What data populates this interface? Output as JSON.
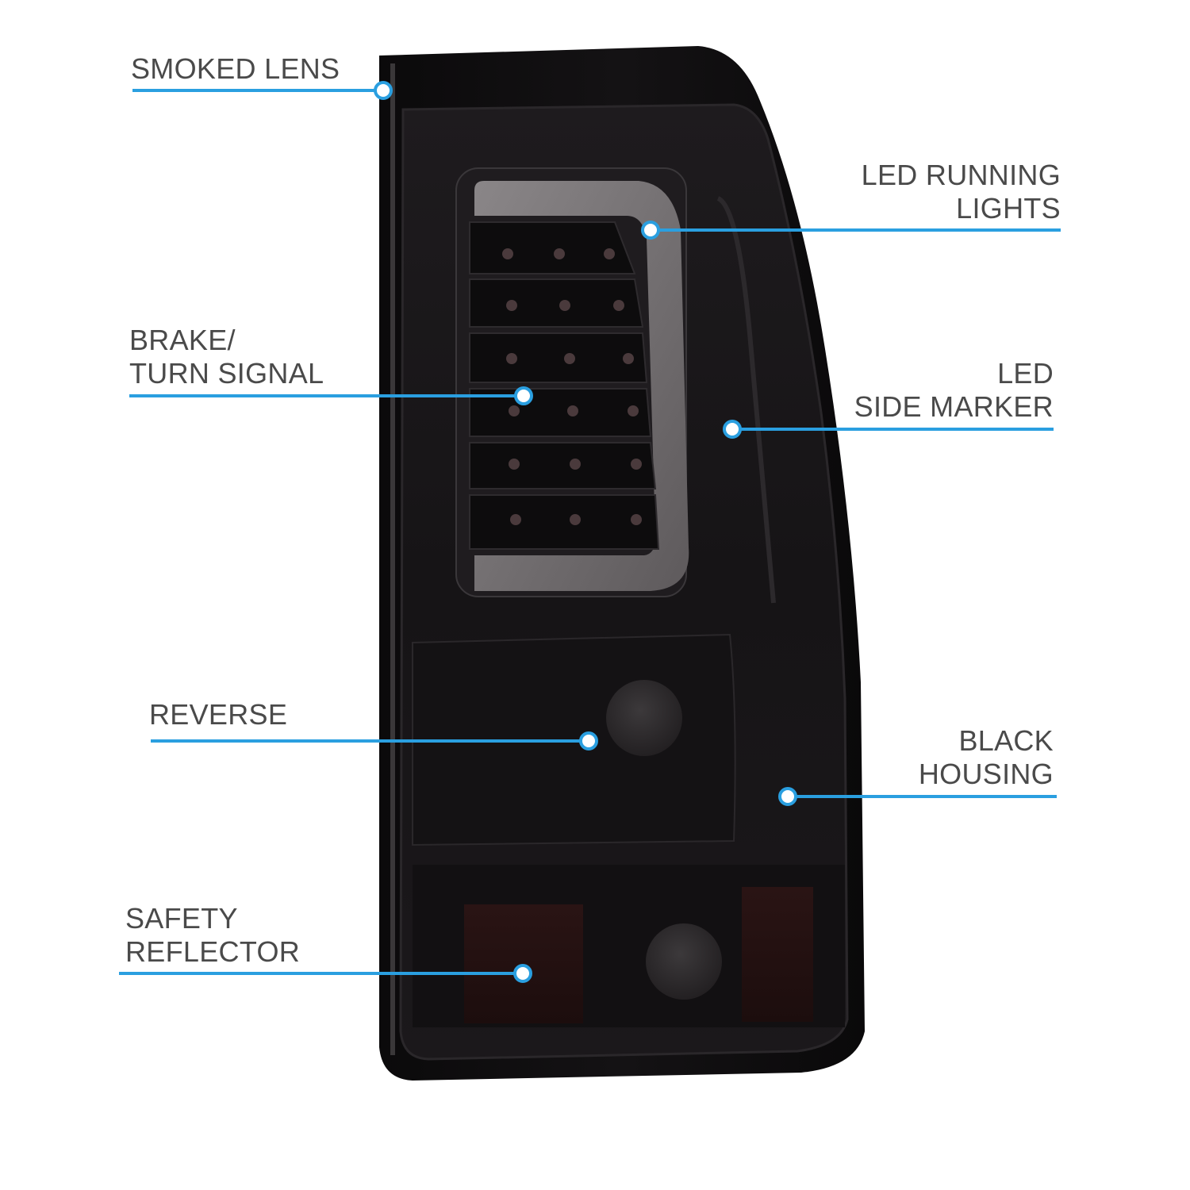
{
  "accent_color": "#2a9fe0",
  "callouts": [
    {
      "id": "smoked-lens",
      "lines": [
        "SMOKED LENS"
      ]
    },
    {
      "id": "led-running-lights",
      "lines": [
        "LED RUNNING",
        "LIGHTS"
      ]
    },
    {
      "id": "brake-turn-signal",
      "lines": [
        "BRAKE/",
        "TURN SIGNAL"
      ]
    },
    {
      "id": "led-side-marker",
      "lines": [
        "LED",
        "SIDE MARKER"
      ]
    },
    {
      "id": "reverse",
      "lines": [
        "REVERSE"
      ]
    },
    {
      "id": "black-housing",
      "lines": [
        "BLACK",
        "HOUSING"
      ]
    },
    {
      "id": "safety-reflector",
      "lines": [
        "SAFETY",
        "REFLECTOR"
      ]
    }
  ]
}
